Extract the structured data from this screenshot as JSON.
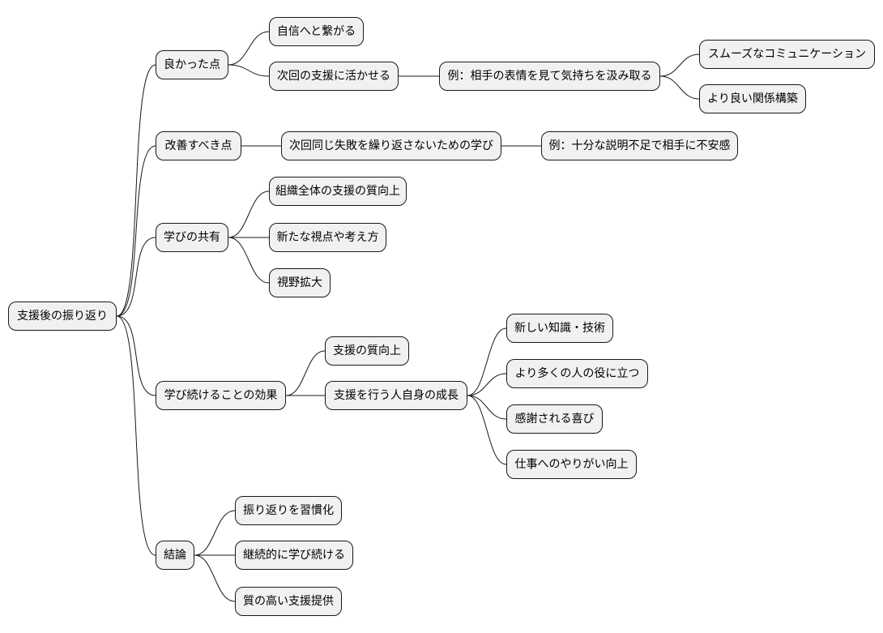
{
  "mindmap": {
    "root": "支援後の振り返り",
    "good_points": {
      "label": "良かった点",
      "confidence": "自信へと繋がる",
      "next_support": "次回の支援に活かせる",
      "example": "例：相手の表情を見て気持ちを汲み取る",
      "smooth_comm": "スムーズなコミュニケーション",
      "better_relations": "より良い関係構築"
    },
    "improve_points": {
      "label": "改善すべき点",
      "learning": "次回同じ失敗を繰り返さないための学び",
      "example": "例：十分な説明不足で相手に不安感"
    },
    "sharing": {
      "label": "学びの共有",
      "org_quality": "組織全体の支援の質向上",
      "new_views": "新たな視点や考え方",
      "broaden": "視野拡大"
    },
    "continuous": {
      "label": "学び続けることの効果",
      "quality_up": "支援の質向上",
      "self_growth": "支援を行う人自身の成長",
      "knowledge": "新しい知識・技術",
      "help_more": "より多くの人の役に立つ",
      "gratitude": "感謝される喜び",
      "motivation": "仕事へのやりがい向上"
    },
    "conclusion": {
      "label": "結論",
      "habit": "振り返りを習慣化",
      "keep_learning": "継続的に学び続ける",
      "quality_support": "質の高い支援提供"
    }
  }
}
